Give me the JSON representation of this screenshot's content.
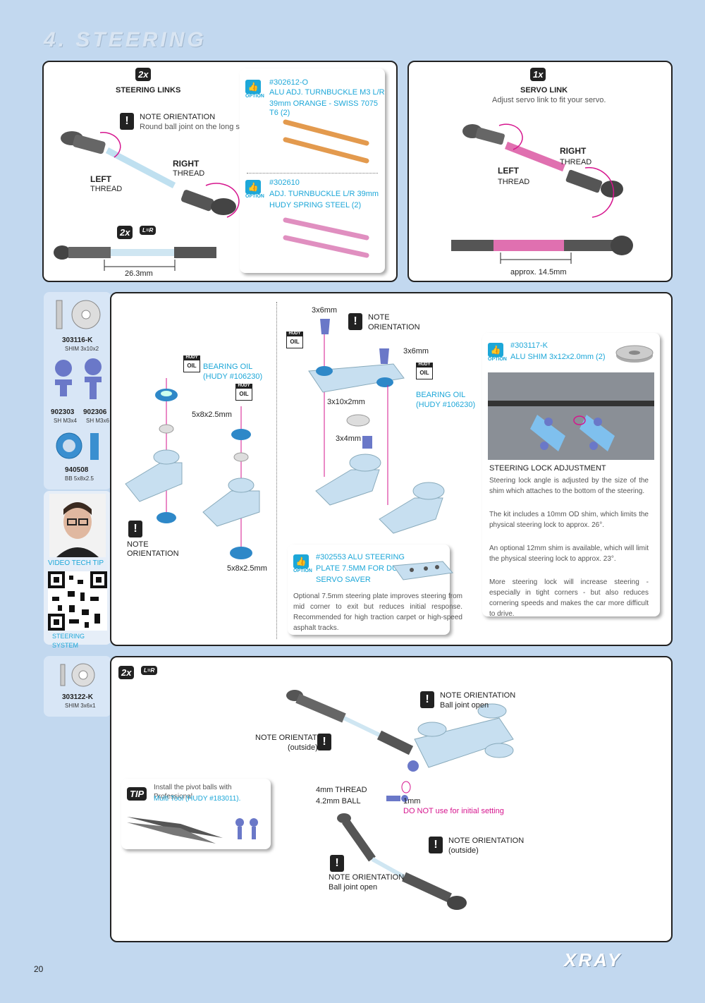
{
  "page": {
    "section_title": "4. STEERING",
    "page_number": "20",
    "brand": "XRAY"
  },
  "colors": {
    "accent_cyan": "#1da7d8",
    "accent_magenta": "#d6158e",
    "page_bg": "#c2d8ef"
  },
  "steering_links": {
    "qty": "2x",
    "title": "STEERING LINKS",
    "note_title": "NOTE ORIENTATION",
    "note_text": "Round ball joint on the long side.",
    "right_label": "RIGHT",
    "right_thread": "THREAD",
    "left_label": "LEFT",
    "left_thread": "THREAD",
    "qty2": "2x",
    "lr_badge": "L=R",
    "dimension": "26.3mm"
  },
  "options_card": {
    "opt1_code": "#302612-O",
    "opt1_line1": "ALU ADJ. TURNBUCKLE M3 L/R",
    "opt1_line2": "39mm ORANGE - SWISS 7075 T6 (2)",
    "opt2_code": "#302610",
    "opt2_line1": "ADJ. TURNBUCKLE L/R 39mm",
    "opt2_line2": "HUDY SPRING STEEL (2)",
    "option_label": "OPTION"
  },
  "servo_link": {
    "qty": "1x",
    "title": "SERVO LINK",
    "subtitle": "Adjust servo link to fit your servo.",
    "right_label": "RIGHT",
    "right_thread": "THREAD",
    "left_label": "LEFT",
    "left_thread": "THREAD",
    "dimension": "approx. 14.5mm"
  },
  "parts_sidebar": [
    {
      "code": "303116-K",
      "desc": "SHIM 3x10x2"
    },
    {
      "code": "902303",
      "desc": "SH M3x4"
    },
    {
      "code": "902306",
      "desc": "SH M3x6"
    },
    {
      "code": "940508",
      "desc": "BB 5x8x2.5"
    }
  ],
  "video": {
    "label": "VIDEO TECH TIP",
    "caption": "STEERING SYSTEM"
  },
  "steering_assembly": {
    "bearing_oil": "BEARING OIL",
    "hudy_oil": "(HUDY #106230)",
    "hudy": "HUDY",
    "oil": "OIL",
    "bearing_size_a": "5x8x2.5mm",
    "bearing_size_b": "5x8x2.5mm",
    "note": "NOTE",
    "orientation": "ORIENTATION",
    "screw_3x6_a": "3x6mm",
    "screw_3x6_b": "3x6mm",
    "shim": "3x10x2mm",
    "screw_3x4": "3x4mm",
    "bearing_oil2": "BEARING OIL",
    "hudy_oil2": "(HUDY #106230)"
  },
  "alu_plate": {
    "line1": "#302553 ALU STEERING",
    "line2": "PLATE 7.5MM FOR DUAL",
    "line3": "SERVO SAVER",
    "text": "Optional 7.5mm steering plate improves steering from mid corner to exit but reduces initial response. Recommended for high traction carpet or high-speed asphalt tracks."
  },
  "lock_adjust": {
    "code": "#303117-K",
    "name": "ALU SHIM 3x12x2.0mm (2)",
    "title": "STEERING LOCK ADJUSTMENT",
    "p1": "Steering lock angle is adjusted by the size of the shim which attaches to the bottom of the steering.",
    "p2": "The kit includes a 10mm OD shim, which limits the physical steering lock to approx. 26°.",
    "p3": "An optional 12mm shim is available, which will limit the physical steering lock to approx. 23°.",
    "p4": "More steering lock will increase steering - especially in tight corners - but also reduces cornering speeds and makes the car more difficult to drive."
  },
  "bottom_sidebar": {
    "code": "303122-K",
    "desc": "SHIM 3x6x1"
  },
  "bottom_panel": {
    "qty": "2x",
    "lr_badge": "L=R",
    "note1_title": "NOTE ORIENTATION",
    "note1_text": "Ball joint open",
    "note2_title": "NOTE ORIENTATION",
    "note2_text": "(outside)",
    "thread": "4mm THREAD",
    "ball": "4.2mm BALL",
    "gap": "1mm",
    "do_not": "DO NOT use for initial setting",
    "note3_title": "NOTE ORIENTATION",
    "note3_text": "(outside)",
    "note4_title": "NOTE ORIENTATION",
    "note4_text": "Ball joint open",
    "tip_badge": "TIP",
    "tip_text1": "Install the pivot balls with Professional",
    "tip_text2": "Multi Tool (HUDY #183011)."
  }
}
